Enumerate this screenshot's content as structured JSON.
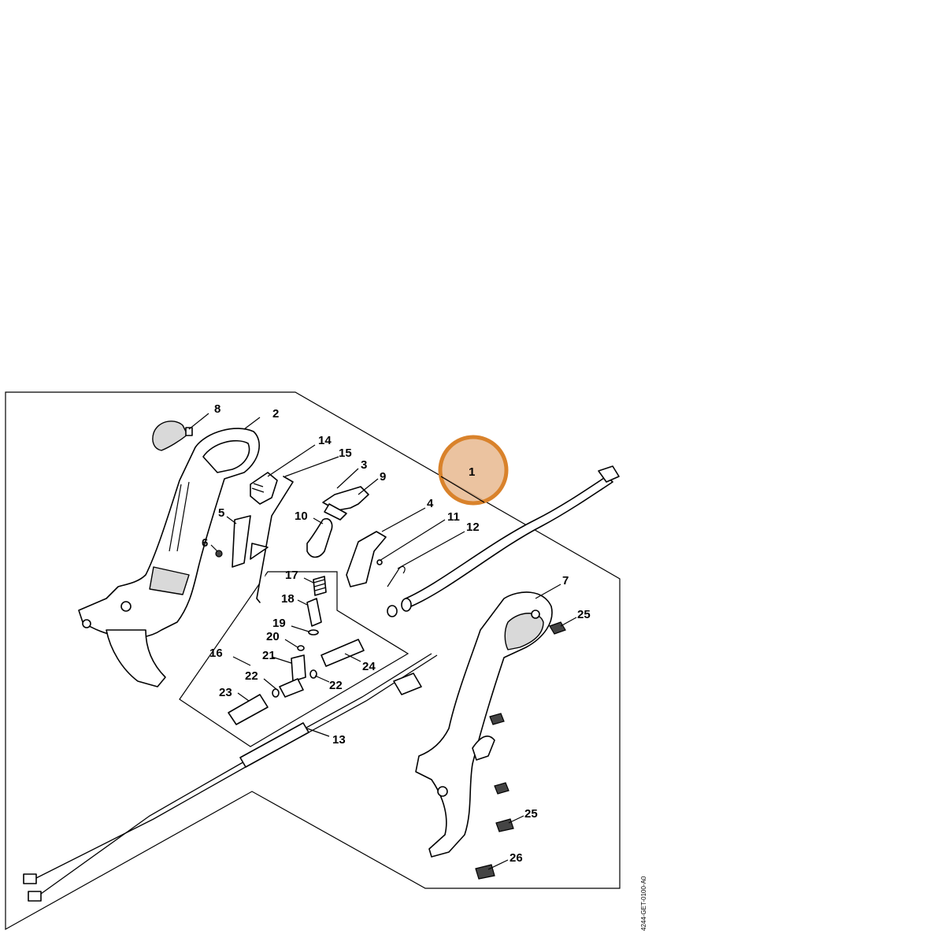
{
  "callouts": {
    "c1": "1",
    "c2": "2",
    "c3": "3",
    "c4": "4",
    "c5": "5",
    "c6": "6",
    "c7": "7",
    "c8": "8",
    "c9": "9",
    "c10": "10",
    "c11": "11",
    "c12": "12",
    "c13": "13",
    "c14": "14",
    "c15": "15",
    "c16": "16",
    "c17": "17",
    "c18": "18",
    "c19": "19",
    "c20": "20",
    "c21": "21",
    "c22a": "22",
    "c22b": "22",
    "c23": "23",
    "c24": "24",
    "c25a": "25",
    "c25b": "25",
    "c26": "26"
  },
  "drawing_code": "4244-GET-0100-A0",
  "highlight": {
    "callout": "1",
    "color": "#d9822b",
    "fill": "#e8b98f"
  }
}
